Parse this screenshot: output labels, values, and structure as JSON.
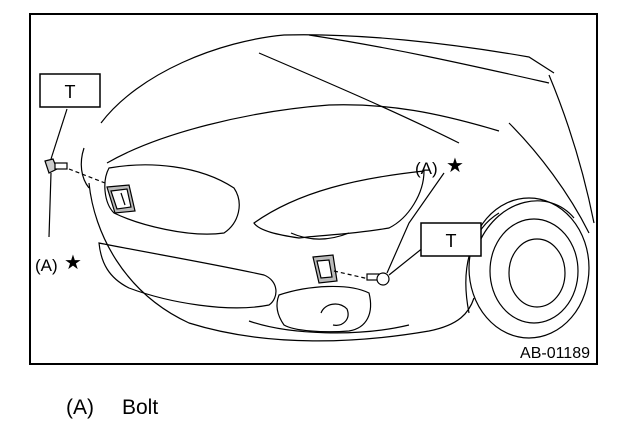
{
  "diagram": {
    "callouts": {
      "torque_left": "T",
      "torque_right": "T",
      "bolt_left": "(A)",
      "bolt_right": "(A)"
    },
    "star_symbol": "★",
    "figure_code": "AB-01189"
  },
  "legend": {
    "items": [
      {
        "key": "(A)",
        "label": "Bolt"
      }
    ]
  }
}
